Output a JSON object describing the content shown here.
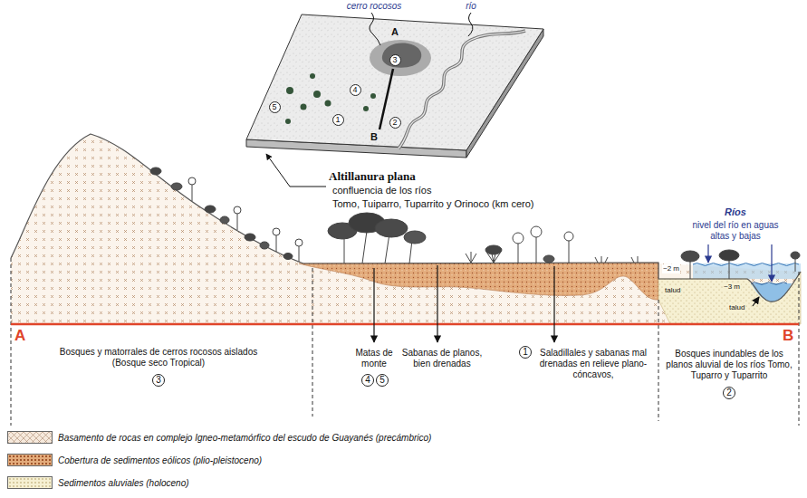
{
  "diagram": {
    "nodes": [
      {
        "text": [
          "3"
        ]
      },
      {
        "text": [
          "5"
        ]
      },
      {
        "text": [
          "4"
        ]
      },
      {
        "text": [
          "1"
        ]
      },
      {
        "text": [
          "2"
        ]
      },
      {
        "text": [
          "3"
        ]
      },
      {
        "text": [
          "4"
        ]
      },
      {
        "text": [
          "5"
        ]
      },
      {
        "text": [
          "1"
        ]
      },
      {
        "text": [
          "2"
        ]
      }
    ],
    "labels": [
      "cerro rocosos",
      "río",
      "A",
      "B",
      "Altillanura plana",
      "confluencia de los ríos",
      "Tomo, Tuiparro, Tuparrito y Orinoco (km cero)",
      "Ríos",
      "nivel del río en aguas altas y bajas",
      "~2 m",
      "talud",
      "~3 m",
      "talud",
      "A",
      "B",
      "Bosques y matorrales de cerros rocosos aislados (Bosque seco Tropical)",
      "Matas de monte",
      "Sabanas de planos, bien drenadas",
      "Saladillales y sabanas mal drenadas en relieve plano-cóncavos,",
      "Bosques inundables de los planos aluvial de los ríos Tomo, Tuparro y Tuparrito"
    ],
    "legend": [
      {
        "text": "Basamento de rocas en complejo Igneo-metamórfico del escudo de Guayanés (precámbrico)",
        "color": "#f6e9dc"
      },
      {
        "text": "Cobertura de sedimentos eólicos (plio-pleistoceno)",
        "color": "#e3ab7b"
      },
      {
        "text": "Sedimentos aluviales (holoceno)",
        "color": "#f6f0d2"
      }
    ]
  }
}
